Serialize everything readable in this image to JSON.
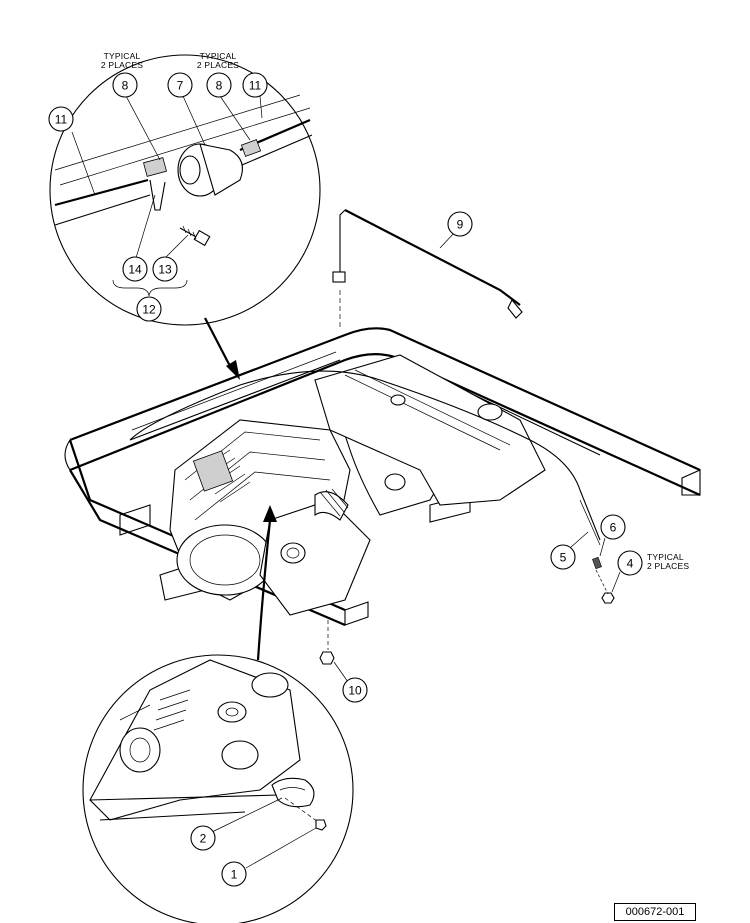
{
  "callouts": {
    "c1": "1",
    "c2": "2",
    "c4": "4",
    "c5": "5",
    "c6": "6",
    "c7": "7",
    "c8a": "8",
    "c8b": "8",
    "c9": "9",
    "c10": "10",
    "c11a": "11",
    "c11b": "11",
    "c12": "12",
    "c13": "13",
    "c14": "14"
  },
  "notes": {
    "typical_left_line1": "TYPICAL",
    "typical_left_line2": "2 PLACES",
    "typical_right_line1": "TYPICAL",
    "typical_right_line2": "2 PLACES",
    "typical_4_line1": "TYPICAL",
    "typical_4_line2": "2 PLACES"
  },
  "figure_id": "000672-001"
}
